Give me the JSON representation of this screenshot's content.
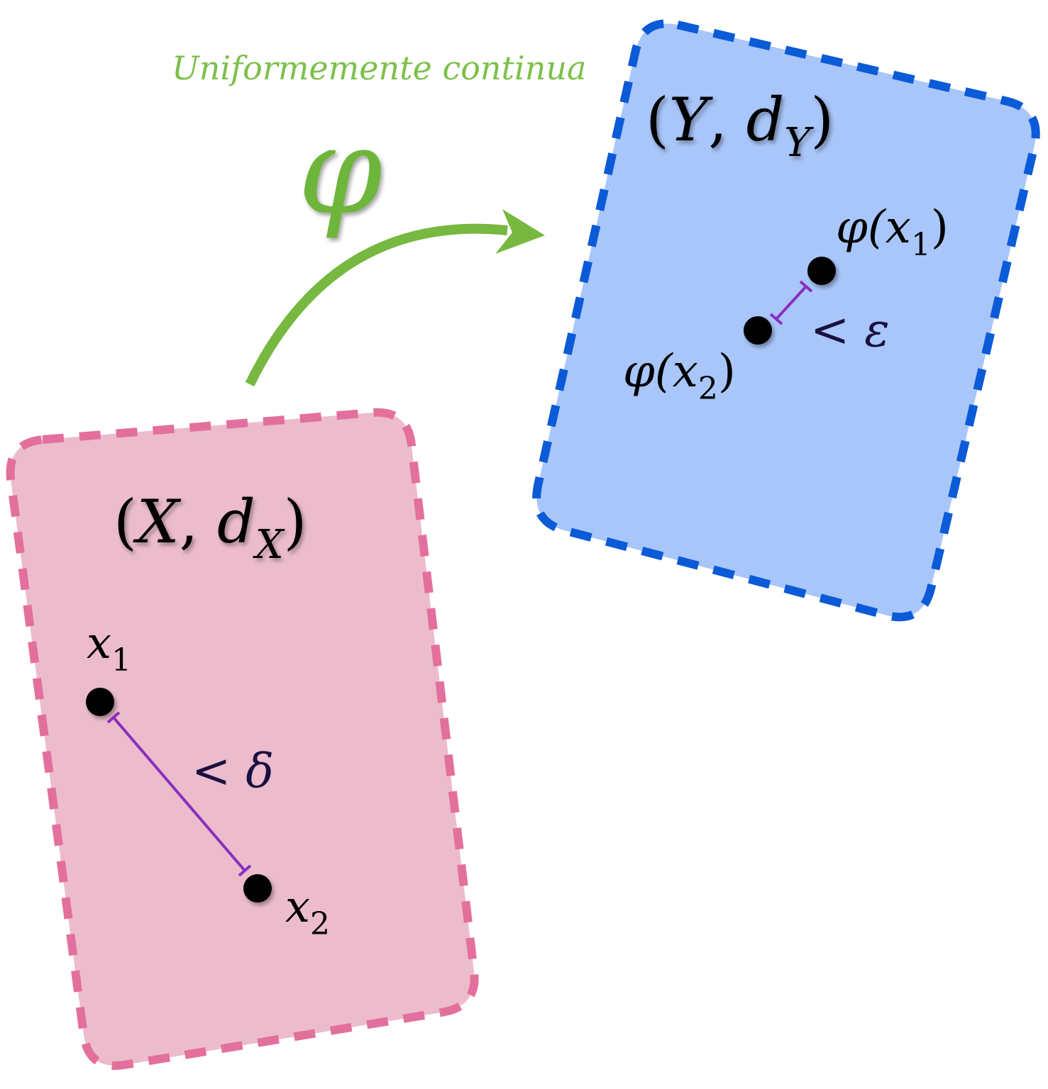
{
  "title": "Uniformemente continua",
  "map_symbol": "φ",
  "domain_space": {
    "label_open": "(",
    "set": "X",
    "sep": ", ",
    "metric": "d",
    "metric_sub": "X",
    "label_close": ")"
  },
  "codomain_space": {
    "label_open": "(",
    "set": "Y",
    "sep": ", ",
    "metric": "d",
    "metric_sub": "Y",
    "label_close": ")"
  },
  "points_domain": [
    {
      "base": "x",
      "sub": "1"
    },
    {
      "base": "x",
      "sub": "2"
    }
  ],
  "points_codomain": [
    {
      "fn": "φ(",
      "base": "x",
      "sub": "1",
      "close": ")"
    },
    {
      "fn": "φ(",
      "base": "x",
      "sub": "2",
      "close": ")"
    }
  ],
  "delta_label": "< δ",
  "epsilon_label": "< ε",
  "colors": {
    "domain_fill": "#ecbccc",
    "domain_border": "#e3709c",
    "codomain_fill": "#a8c6fa",
    "codomain_border": "#0b5ad8",
    "arrow": "#77b840",
    "distance_line": "#8a2fbf",
    "label_dark": "#1a1040"
  }
}
